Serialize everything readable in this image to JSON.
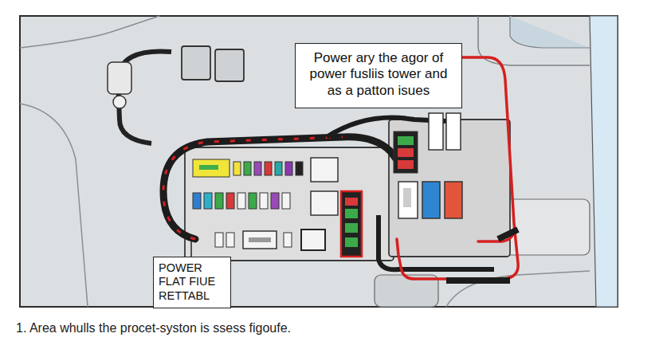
{
  "diagram": {
    "caption": "1. Area whulls the procet-syston is ssess figoufe.",
    "nodes": [
      {
        "text": [
          "Power ary the agor of power fusliis tower and as a patton isues"
        ]
      },
      {
        "text": [
          "POWER FLAT FIUE RETTABL"
        ]
      }
    ]
  }
}
